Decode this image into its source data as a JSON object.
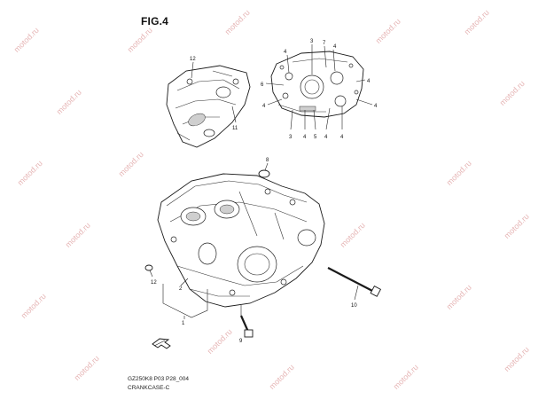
{
  "figure": {
    "title": "FIG.4",
    "code": "GZ250K8 P03 P28_004",
    "name": "CRANKCASE-C"
  },
  "watermark": {
    "text": "motod.ru",
    "color": "#e6b6b6"
  },
  "callouts": {
    "top_left": [
      "12",
      "11"
    ],
    "top_right": [
      "3",
      "7",
      "4",
      "4",
      "6",
      "4",
      "4",
      "4",
      "3",
      "4",
      "5",
      "4",
      "4"
    ],
    "main": [
      "8",
      "12",
      "2",
      "1",
      "10",
      "9"
    ]
  },
  "icons": {
    "direction": "front-arrow-icon"
  }
}
